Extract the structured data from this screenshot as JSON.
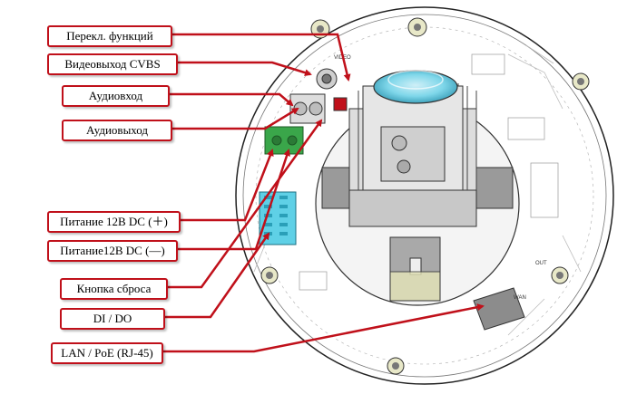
{
  "labels": {
    "func_switch": "Перекл. функций",
    "video_out": "Видеовыход CVBS",
    "audio_in": "Аудиовход",
    "audio_out": "Аудиовыход",
    "power_plus": "Питание 12В DC (＋)",
    "power_minus": "Питание12В DC (―)",
    "reset": "Кнопка сброса",
    "dido": "DI / DO",
    "lan": "LAN / PoE (RJ-45)"
  },
  "board_text": {
    "video": "VIDEO",
    "wan": "WAN",
    "out": "OUT"
  },
  "colors": {
    "accent": "#c0101a",
    "terminal_green": "#3aa64a",
    "dip_cyan": "#5fd0e6",
    "lens_blue": "#7fd7ea",
    "wan_patch": "#8c8c8c"
  }
}
